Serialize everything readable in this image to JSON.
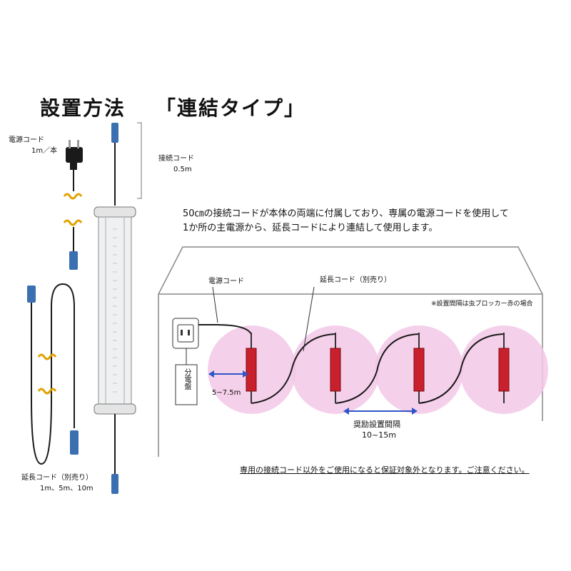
{
  "title": {
    "left": "設置方法",
    "right": "「連結タイプ」"
  },
  "labels": {
    "power_cord": "電源コード",
    "power_cord_len": "1m／本",
    "connect_cord": "接続コード",
    "connect_cord_len": "0.5m",
    "ext_cord": "延長コード（別売り）",
    "ext_cord_len": "1m、5m、10m"
  },
  "description": {
    "line1": "50㎝の接続コードが本体の両端に付属しており、専属の電源コードを使用して",
    "line2": "1か所の主電源から、延長コードにより連結して使用します。"
  },
  "diagram": {
    "power_cord": "電源コード",
    "ext_cord": "延長コード（別売り）",
    "note": "※設置間隔は虫ブロッカー赤の場合",
    "breaker": "分電盤",
    "radius": "5~7.5m",
    "interval_label": "奨励設置間隔",
    "interval_value": "10~15m"
  },
  "warning": "専用の接続コード以外をご使用になると保証対象外となります。ご注意ください。",
  "colors": {
    "accent_red": "#c8202c",
    "connector_blue": "#3a6fb0",
    "zone_pink": "#f3c8e8",
    "arrow_blue": "#2f56c8"
  }
}
